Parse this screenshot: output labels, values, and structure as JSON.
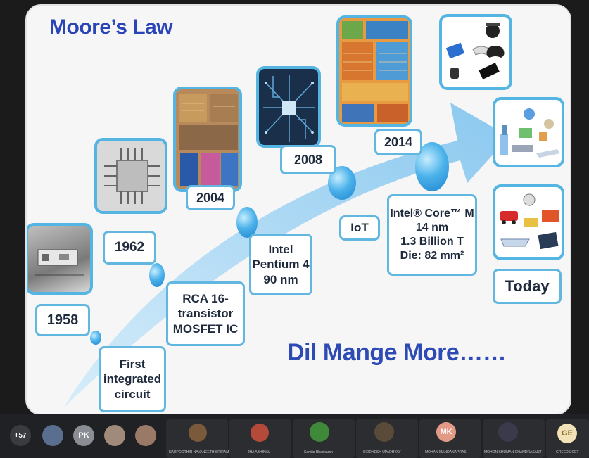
{
  "slide": {
    "title": "Moore’s Law",
    "tagline": "Dil Mange More……"
  },
  "milestones": {
    "y1958": "1958",
    "first_ic": "First\nintegrated\ncircuit",
    "y1962": "1962",
    "rca": "RCA 16-\ntransistor\nMOSFET IC",
    "y2004": "2004",
    "pentium": "Intel\nPentium 4\n90 nm",
    "y2008": "2008",
    "iot": "IoT",
    "y2014": "2014",
    "core_m": "Intel® Core™ M\n14 nm\n1.3 Billion T\nDie: 82 mm²",
    "today": "Today"
  },
  "meeting": {
    "overflow_count": "+57",
    "initials": [
      "PK",
      "MK",
      "GE"
    ],
    "names": [
      "NARPOOTHIR NAVANEETH SRIRAM...",
      "JHA ABHINAV",
      "Samita Bhaskaran",
      "SIDDHESH UPADHYAY",
      "MOHAN MANDANAPRAS",
      "MOHON KHUMAN CHANDRASANT",
      "GREEDS CET"
    ]
  },
  "colors": {
    "title_blue": "#2a45b8",
    "border_blue": "#54b4e2",
    "arrow_blue": "#8ecbf0"
  }
}
